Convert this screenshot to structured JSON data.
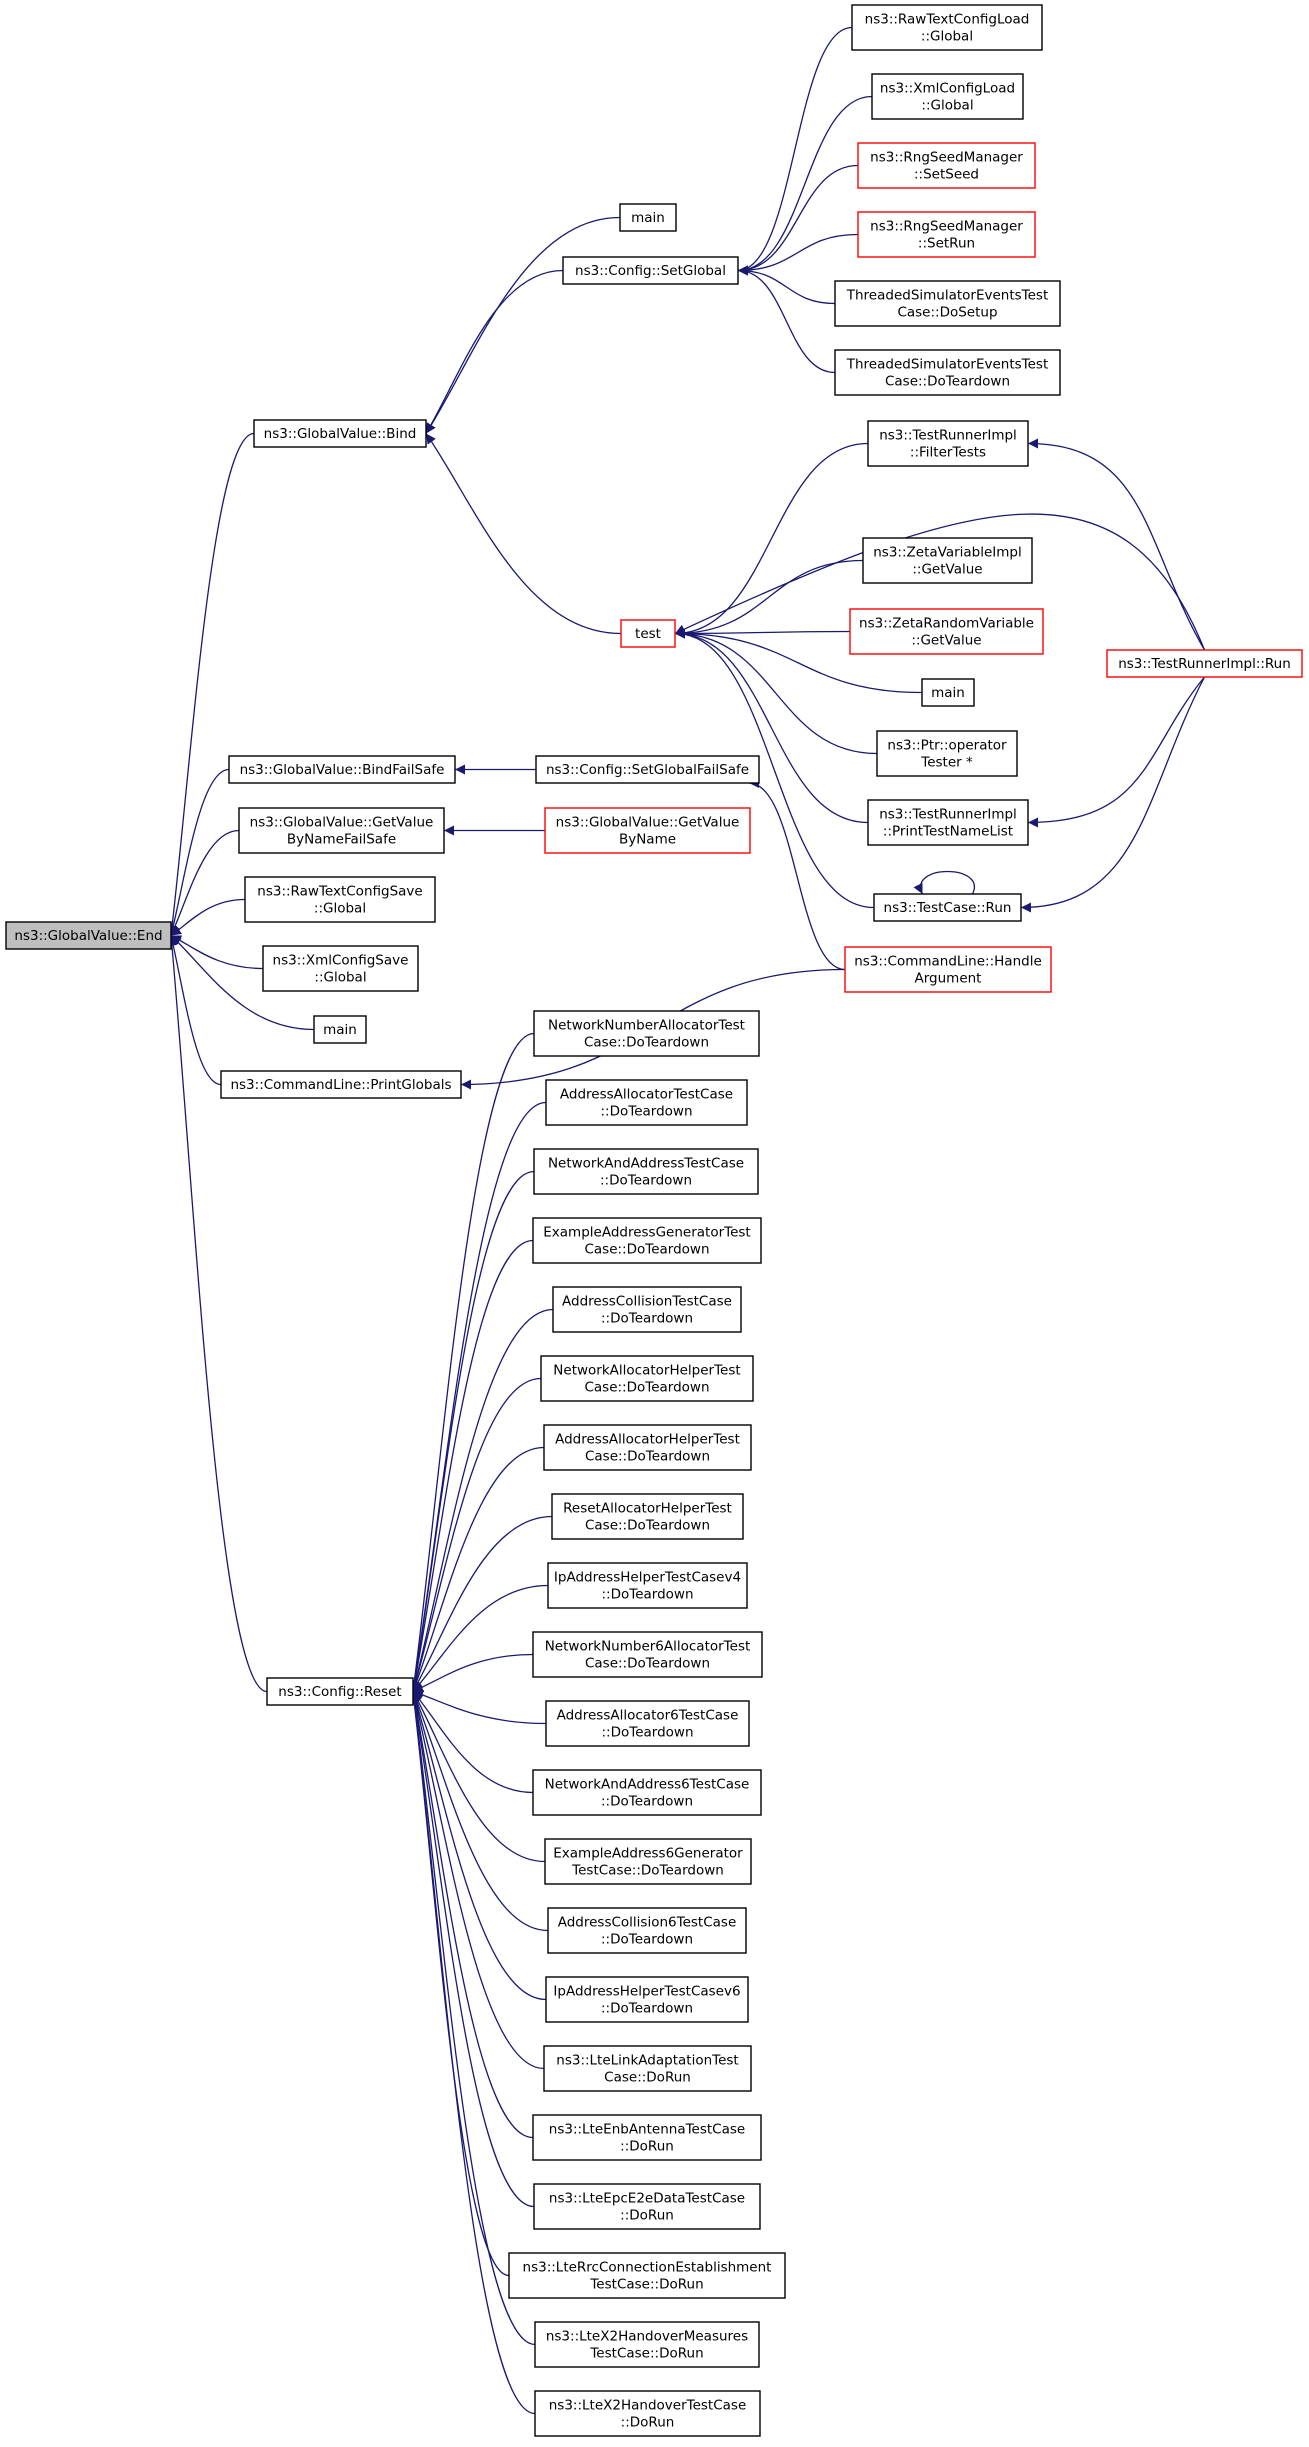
{
  "colors": {
    "edge": "#191970",
    "node_border": "#000000",
    "node_border_truncated": "#ff0000",
    "root_fill": "#bfbfbf"
  },
  "nodes": [
    {
      "id": "end",
      "lines": [
        "ns3::GlobalValue::End"
      ],
      "style": "gray"
    },
    {
      "id": "bind",
      "lines": [
        "ns3::GlobalValue::Bind"
      ]
    },
    {
      "id": "bindfailsafe",
      "lines": [
        "ns3::GlobalValue::BindFailSafe"
      ]
    },
    {
      "id": "getvaluebynamefailsafe",
      "lines": [
        "ns3::GlobalValue::GetValue",
        "ByNameFailSafe"
      ]
    },
    {
      "id": "rawtextsave",
      "lines": [
        "ns3::RawTextConfigSave",
        "::Global"
      ]
    },
    {
      "id": "xmlsave",
      "lines": [
        "ns3::XmlConfigSave",
        "::Global"
      ]
    },
    {
      "id": "main_a",
      "lines": [
        "main"
      ]
    },
    {
      "id": "printglobals",
      "lines": [
        "ns3::CommandLine::PrintGlobals"
      ]
    },
    {
      "id": "configreset",
      "lines": [
        "ns3::Config::Reset"
      ]
    },
    {
      "id": "main_b",
      "lines": [
        "main"
      ]
    },
    {
      "id": "setglobal",
      "lines": [
        "ns3::Config::SetGlobal"
      ]
    },
    {
      "id": "test",
      "lines": [
        "test"
      ],
      "style": "red"
    },
    {
      "id": "setglobalfailsafe",
      "lines": [
        "ns3::Config::SetGlobalFailSafe"
      ]
    },
    {
      "id": "getvaluebyname",
      "lines": [
        "ns3::GlobalValue::GetValue",
        "ByName"
      ],
      "style": "red"
    },
    {
      "id": "handleargument",
      "lines": [
        "ns3::CommandLine::Handle",
        "Argument"
      ],
      "style": "red"
    },
    {
      "id": "rawtextload",
      "lines": [
        "ns3::RawTextConfigLoad",
        "::Global"
      ]
    },
    {
      "id": "xmlload",
      "lines": [
        "ns3::XmlConfigLoad",
        "::Global"
      ]
    },
    {
      "id": "setseed",
      "lines": [
        "ns3::RngSeedManager",
        "::SetSeed"
      ],
      "style": "red"
    },
    {
      "id": "setrun",
      "lines": [
        "ns3::RngSeedManager",
        "::SetRun"
      ],
      "style": "red"
    },
    {
      "id": "threadedsetup",
      "lines": [
        "ThreadedSimulatorEventsTest",
        "Case::DoSetup"
      ]
    },
    {
      "id": "threadedteardown",
      "lines": [
        "ThreadedSimulatorEventsTest",
        "Case::DoTeardown"
      ]
    },
    {
      "id": "filtertests",
      "lines": [
        "ns3::TestRunnerImpl",
        "::FilterTests"
      ]
    },
    {
      "id": "zetavariable",
      "lines": [
        "ns3::ZetaVariableImpl",
        "::GetValue"
      ]
    },
    {
      "id": "zetarandom",
      "lines": [
        "ns3::ZetaRandomVariable",
        "::GetValue"
      ],
      "style": "red"
    },
    {
      "id": "main_c",
      "lines": [
        "main"
      ]
    },
    {
      "id": "ptrtester",
      "lines": [
        "ns3::Ptr::operator",
        "Tester *"
      ]
    },
    {
      "id": "printtestnamelist",
      "lines": [
        "ns3::TestRunnerImpl",
        "::PrintTestNameList"
      ]
    },
    {
      "id": "testcaserun",
      "lines": [
        "ns3::TestCase::Run"
      ]
    },
    {
      "id": "testrunnerrun",
      "lines": [
        "ns3::TestRunnerImpl::Run"
      ],
      "style": "red"
    },
    {
      "id": "r01",
      "lines": [
        "NetworkNumberAllocatorTest",
        "Case::DoTeardown"
      ]
    },
    {
      "id": "r02",
      "lines": [
        "AddressAllocatorTestCase",
        "::DoTeardown"
      ]
    },
    {
      "id": "r03",
      "lines": [
        "NetworkAndAddressTestCase",
        "::DoTeardown"
      ]
    },
    {
      "id": "r04",
      "lines": [
        "ExampleAddressGeneratorTest",
        "Case::DoTeardown"
      ]
    },
    {
      "id": "r05",
      "lines": [
        "AddressCollisionTestCase",
        "::DoTeardown"
      ]
    },
    {
      "id": "r06",
      "lines": [
        "NetworkAllocatorHelperTest",
        "Case::DoTeardown"
      ]
    },
    {
      "id": "r07",
      "lines": [
        "AddressAllocatorHelperTest",
        "Case::DoTeardown"
      ]
    },
    {
      "id": "r08",
      "lines": [
        "ResetAllocatorHelperTest",
        "Case::DoTeardown"
      ]
    },
    {
      "id": "r09",
      "lines": [
        "IpAddressHelperTestCasev4",
        "::DoTeardown"
      ]
    },
    {
      "id": "r10",
      "lines": [
        "NetworkNumber6AllocatorTest",
        "Case::DoTeardown"
      ]
    },
    {
      "id": "r11",
      "lines": [
        "AddressAllocator6TestCase",
        "::DoTeardown"
      ]
    },
    {
      "id": "r12",
      "lines": [
        "NetworkAndAddress6TestCase",
        "::DoTeardown"
      ]
    },
    {
      "id": "r13",
      "lines": [
        "ExampleAddress6Generator",
        "TestCase::DoTeardown"
      ]
    },
    {
      "id": "r14",
      "lines": [
        "AddressCollision6TestCase",
        "::DoTeardown"
      ]
    },
    {
      "id": "r15",
      "lines": [
        "IpAddressHelperTestCasev6",
        "::DoTeardown"
      ]
    },
    {
      "id": "r16",
      "lines": [
        "ns3::LteLinkAdaptationTest",
        "Case::DoRun"
      ]
    },
    {
      "id": "r17",
      "lines": [
        "ns3::LteEnbAntennaTestCase",
        "::DoRun"
      ]
    },
    {
      "id": "r18",
      "lines": [
        "ns3::LteEpcE2eDataTestCase",
        "::DoRun"
      ]
    },
    {
      "id": "r19",
      "lines": [
        "ns3::LteRrcConnectionEstablishment",
        "TestCase::DoRun"
      ]
    },
    {
      "id": "r20",
      "lines": [
        "ns3::LteX2HandoverMeasures",
        "TestCase::DoRun"
      ]
    },
    {
      "id": "r21",
      "lines": [
        "ns3::LteX2HandoverTestCase",
        "::DoRun"
      ]
    }
  ],
  "edges": [
    [
      "bind",
      "end"
    ],
    [
      "bindfailsafe",
      "end"
    ],
    [
      "getvaluebynamefailsafe",
      "end"
    ],
    [
      "rawtextsave",
      "end"
    ],
    [
      "xmlsave",
      "end"
    ],
    [
      "main_a",
      "end"
    ],
    [
      "printglobals",
      "end"
    ],
    [
      "configreset",
      "end"
    ],
    [
      "main_b",
      "bind"
    ],
    [
      "setglobal",
      "bind"
    ],
    [
      "test",
      "bind"
    ],
    [
      "setglobalfailsafe",
      "bindfailsafe"
    ],
    [
      "getvaluebyname",
      "getvaluebynamefailsafe"
    ],
    [
      "handleargument",
      "printglobals"
    ],
    [
      "handleargument",
      "setglobalfailsafe"
    ],
    [
      "rawtextload",
      "setglobal"
    ],
    [
      "xmlload",
      "setglobal"
    ],
    [
      "setseed",
      "setglobal"
    ],
    [
      "setrun",
      "setglobal"
    ],
    [
      "threadedsetup",
      "setglobal"
    ],
    [
      "threadedteardown",
      "setglobal"
    ],
    [
      "filtertests",
      "test"
    ],
    [
      "zetavariable",
      "test"
    ],
    [
      "zetarandom",
      "test"
    ],
    [
      "main_c",
      "test"
    ],
    [
      "ptrtester",
      "test"
    ],
    [
      "printtestnamelist",
      "test"
    ],
    [
      "testcaserun",
      "test"
    ],
    [
      "testrunnerrun",
      "test"
    ],
    [
      "testrunnerrun",
      "filtertests"
    ],
    [
      "testrunnerrun",
      "printtestnamelist"
    ],
    [
      "testrunnerrun",
      "testcaserun"
    ],
    [
      "testcaserun",
      "testcaserun"
    ],
    [
      "r01",
      "configreset"
    ],
    [
      "r02",
      "configreset"
    ],
    [
      "r03",
      "configreset"
    ],
    [
      "r04",
      "configreset"
    ],
    [
      "r05",
      "configreset"
    ],
    [
      "r06",
      "configreset"
    ],
    [
      "r07",
      "configreset"
    ],
    [
      "r08",
      "configreset"
    ],
    [
      "r09",
      "configreset"
    ],
    [
      "r10",
      "configreset"
    ],
    [
      "r11",
      "configreset"
    ],
    [
      "r12",
      "configreset"
    ],
    [
      "r13",
      "configreset"
    ],
    [
      "r14",
      "configreset"
    ],
    [
      "r15",
      "configreset"
    ],
    [
      "r16",
      "configreset"
    ],
    [
      "r17",
      "configreset"
    ],
    [
      "r18",
      "configreset"
    ],
    [
      "r19",
      "configreset"
    ],
    [
      "r20",
      "configreset"
    ],
    [
      "r21",
      "configreset"
    ]
  ]
}
